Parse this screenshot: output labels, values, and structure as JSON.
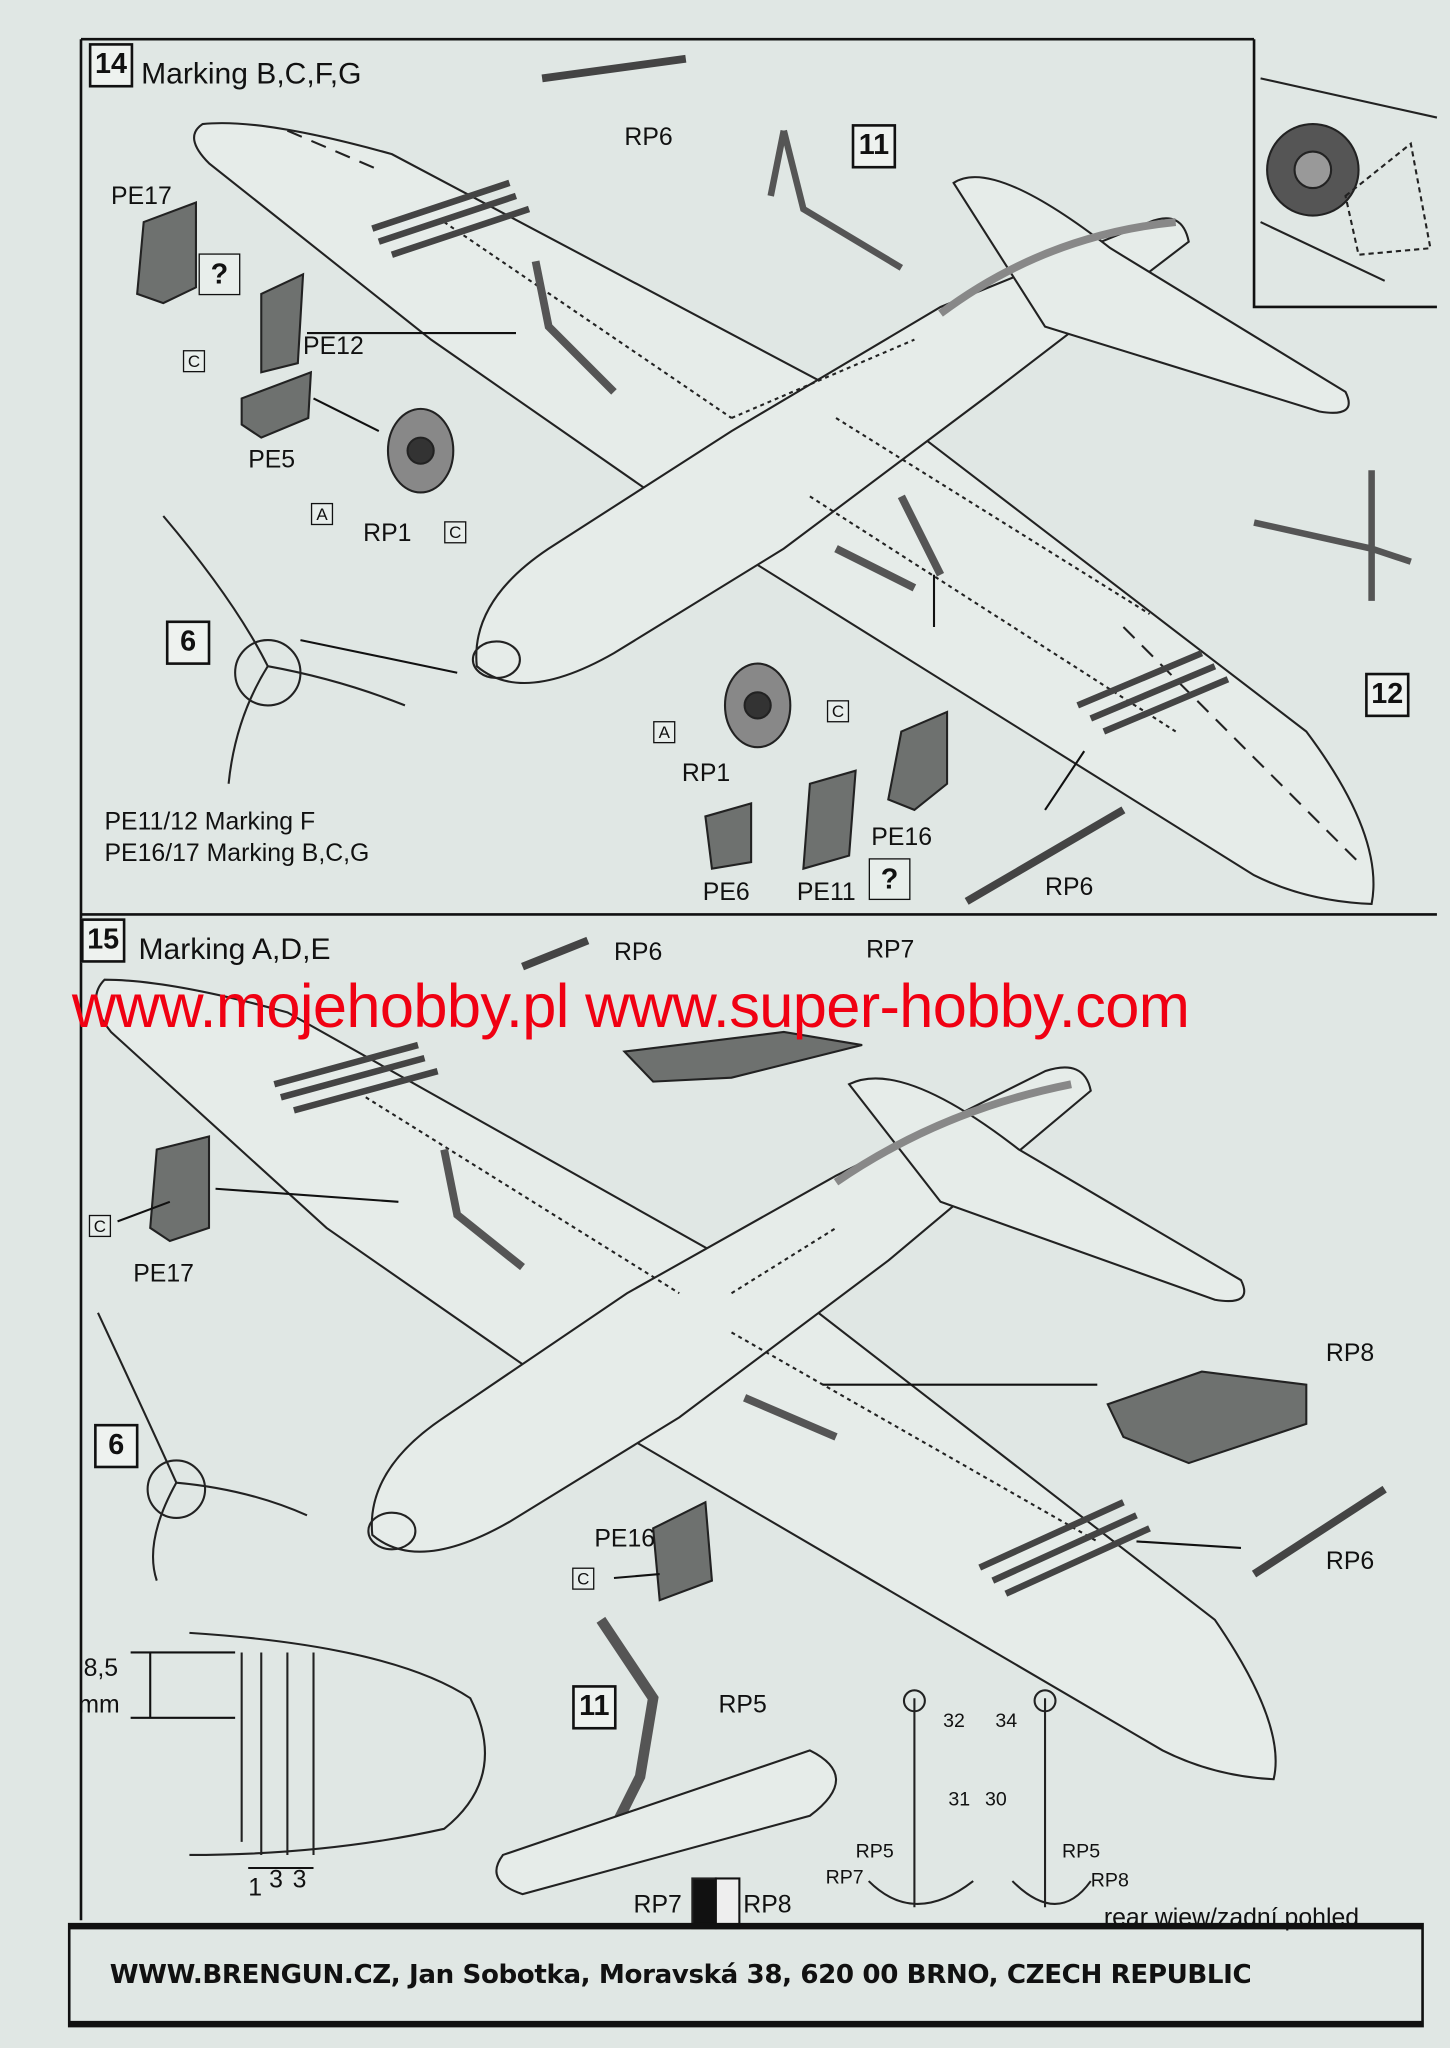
{
  "step14": {
    "number": "14",
    "title": "Marking B,C,F,G",
    "labels": [
      "RP6",
      "PE17",
      "PE12",
      "PE5",
      "RP1",
      "RP1",
      "PE16",
      "PE6",
      "PE11",
      "RP6"
    ],
    "boxes": [
      "?",
      "C",
      "A",
      "C",
      "A",
      "C",
      "?"
    ],
    "step_refs": [
      "11",
      "6",
      "12"
    ],
    "notes": [
      "PE11/12 Marking F",
      "PE16/17 Marking B,C,G"
    ]
  },
  "step15": {
    "number": "15",
    "title": "Marking A,D,E",
    "labels": [
      "RP7",
      "RP6",
      "PE17",
      "RP8",
      "RP6",
      "PE16",
      "RP5"
    ],
    "boxes": [
      "C",
      "C"
    ],
    "step_refs": [
      "6",
      "11"
    ],
    "dimension": {
      "value": "8,5",
      "unit": "mm",
      "spacing": [
        "1",
        "3",
        "3"
      ]
    },
    "swap": {
      "from": "RP7",
      "to": "RP8"
    },
    "rear_view": {
      "parts": [
        "32",
        "34",
        "31",
        "30"
      ],
      "labels": [
        "RP5",
        "RP7",
        "RP5",
        "RP8"
      ],
      "caption": "rear wiew/zadní pohled"
    }
  },
  "watermark": "www.mojehobby.pl www.super-hobby.com",
  "footer": "WWW.BRENGUN.CZ, Jan Sobotka, Moravská 38, 620 00 BRNO, CZECH REPUBLIC",
  "colors": {
    "watermark": "#f00012",
    "paper": "#e0e7e4",
    "part_gray": "#6e716f"
  }
}
